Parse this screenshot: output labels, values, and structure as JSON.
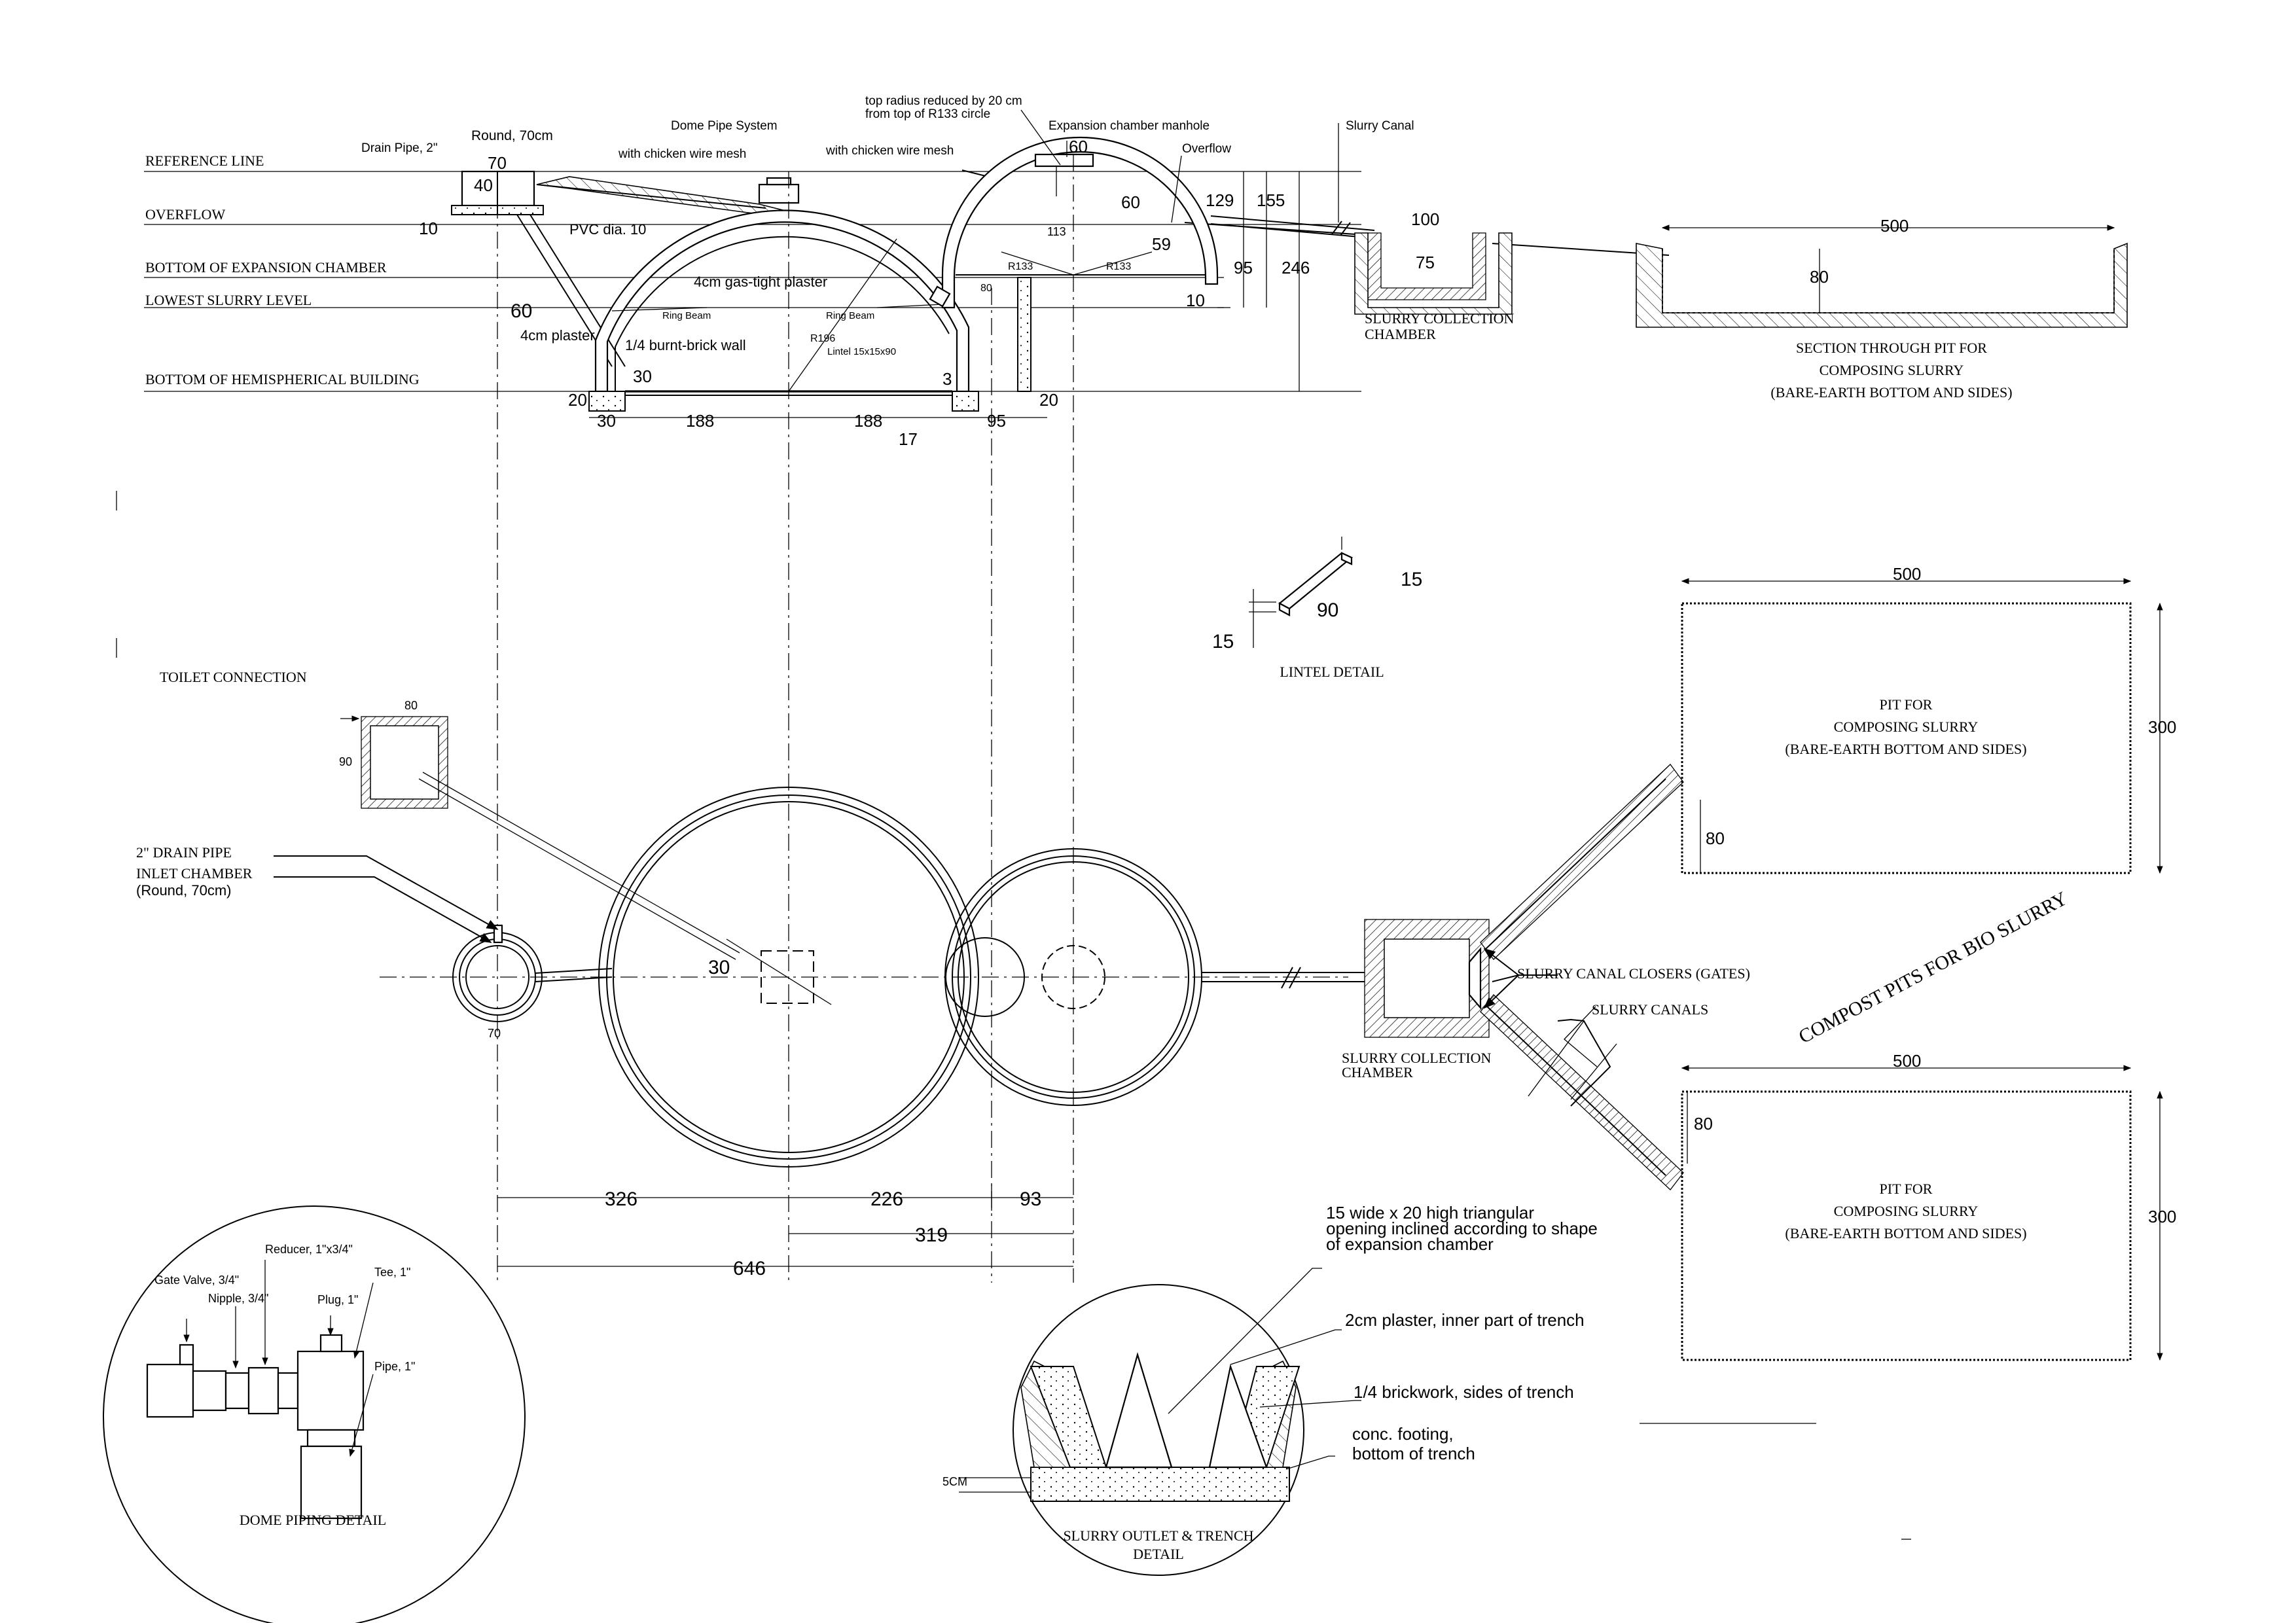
{
  "section": {
    "levels": {
      "reference_line": "REFERENCE LINE",
      "overflow": "OVERFLOW",
      "bottom_expansion": "BOTTOM OF EXPANSION CHAMBER",
      "lowest_slurry": "LOWEST SLURRY LEVEL",
      "bottom_hemispherical": "BOTTOM OF HEMISPHERICAL BUILDING"
    },
    "labels": {
      "drain_pipe": "Drain Pipe, 2\"",
      "round_70": "Round, 70cm",
      "dome_pipe": "Dome Pipe System",
      "chicken_wire_1": "with chicken wire mesh",
      "chicken_wire_2": "with chicken wire mesh",
      "top_radius_1": "top radius reduced by 20 cm",
      "top_radius_2": "from top of R133 circle",
      "exp_manhole": "Expansion chamber manhole",
      "overflow_lbl": "Overflow",
      "slurry_canal": "Slurry Canal",
      "pvc": "PVC dia. 10",
      "gas_plaster": "4cm gas-tight plaster",
      "plaster_4": "4cm plaster",
      "burnt_brick": "1/4 burnt-brick wall",
      "ring_beam_1": "Ring Beam",
      "ring_beam_2": "Ring Beam",
      "lintel": "Lintel 15x15x90",
      "slurry_collection_1": "SLURRY COLLECTION",
      "slurry_collection_2": "CHAMBER",
      "pit_section_1": "SECTION THROUGH PIT FOR",
      "pit_section_2": "COMPOSING SLURRY",
      "pit_section_3": "(BARE-EARTH BOTTOM AND SIDES)"
    },
    "dims": {
      "d70": "70",
      "d40": "40",
      "d10a": "10",
      "d60a": "60",
      "d60b": "60",
      "d113": "113",
      "d129": "129",
      "d155": "155",
      "d59": "59",
      "d95a": "95",
      "d246": "246",
      "d10b": "10",
      "r133a": "R133",
      "r133b": "R133",
      "d80a": "80",
      "r196": "R196",
      "d20a": "20",
      "d30a": "30",
      "d3": "3",
      "d20b": "20",
      "d30b": "30",
      "d188a": "188",
      "d188b": "188",
      "d17": "17",
      "d95b": "95",
      "d100": "100",
      "d75": "75",
      "d500a": "500",
      "d80b": "80"
    }
  },
  "plan": {
    "labels": {
      "toilet": "TOILET CONNECTION",
      "drain_pipe": "2\" DRAIN PIPE",
      "inlet_1": "INLET CHAMBER",
      "inlet_2": "(Round, 70cm)",
      "slurry_collection_1": "SLURRY COLLECTION",
      "slurry_collection_2": "CHAMBER",
      "canal_closers": "SLURRY CANAL CLOSERS (GATES)",
      "slurry_canals": "SLURRY CANALS",
      "compost_title": "COMPOST PITS FOR BIO SLURRY",
      "pit1_1": "PIT FOR",
      "pit1_2": "COMPOSING SLURRY",
      "pit1_3": "(BARE-EARTH BOTTOM AND SIDES)",
      "pit2_1": "PIT FOR",
      "pit2_2": "COMPOSING SLURRY",
      "pit2_3": "(BARE-EARTH BOTTOM AND SIDES)"
    },
    "dims": {
      "d80_toilet": "80",
      "d90_toilet": "90",
      "d70_inlet": "70",
      "d30": "30",
      "d326": "326",
      "d226": "226",
      "d93": "93",
      "d319": "319",
      "d646": "646",
      "pit1_w": "500",
      "pit1_h": "300",
      "pit1_80": "80",
      "pit2_w": "500",
      "pit2_h": "300",
      "pit2_80": "80"
    }
  },
  "lintel_detail": {
    "title": "LINTEL DETAIL",
    "d15a": "15",
    "d15b": "15",
    "d90": "90"
  },
  "dome_piping": {
    "title": "DOME PIPING DETAIL",
    "reducer": "Reducer, 1\"x3/4\"",
    "gate_valve": "Gate Valve, 3/4\"",
    "nipple": "Nipple, 3/4\"",
    "plug": "Plug, 1\"",
    "tee": "Tee, 1\"",
    "pipe": "Pipe, 1\""
  },
  "trench_detail": {
    "title_1": "SLURRY OUTLET & TRENCH",
    "title_2": "DETAIL",
    "opening_1": "15 wide x 20 high triangular",
    "opening_2": "opening inclined according to shape",
    "opening_3": "of expansion chamber",
    "plaster": "2cm plaster, inner part of trench",
    "brickwork": "1/4 brickwork, sides of trench",
    "footing_1": "conc. footing,",
    "footing_2": "bottom of trench",
    "d5cm": "5CM"
  }
}
